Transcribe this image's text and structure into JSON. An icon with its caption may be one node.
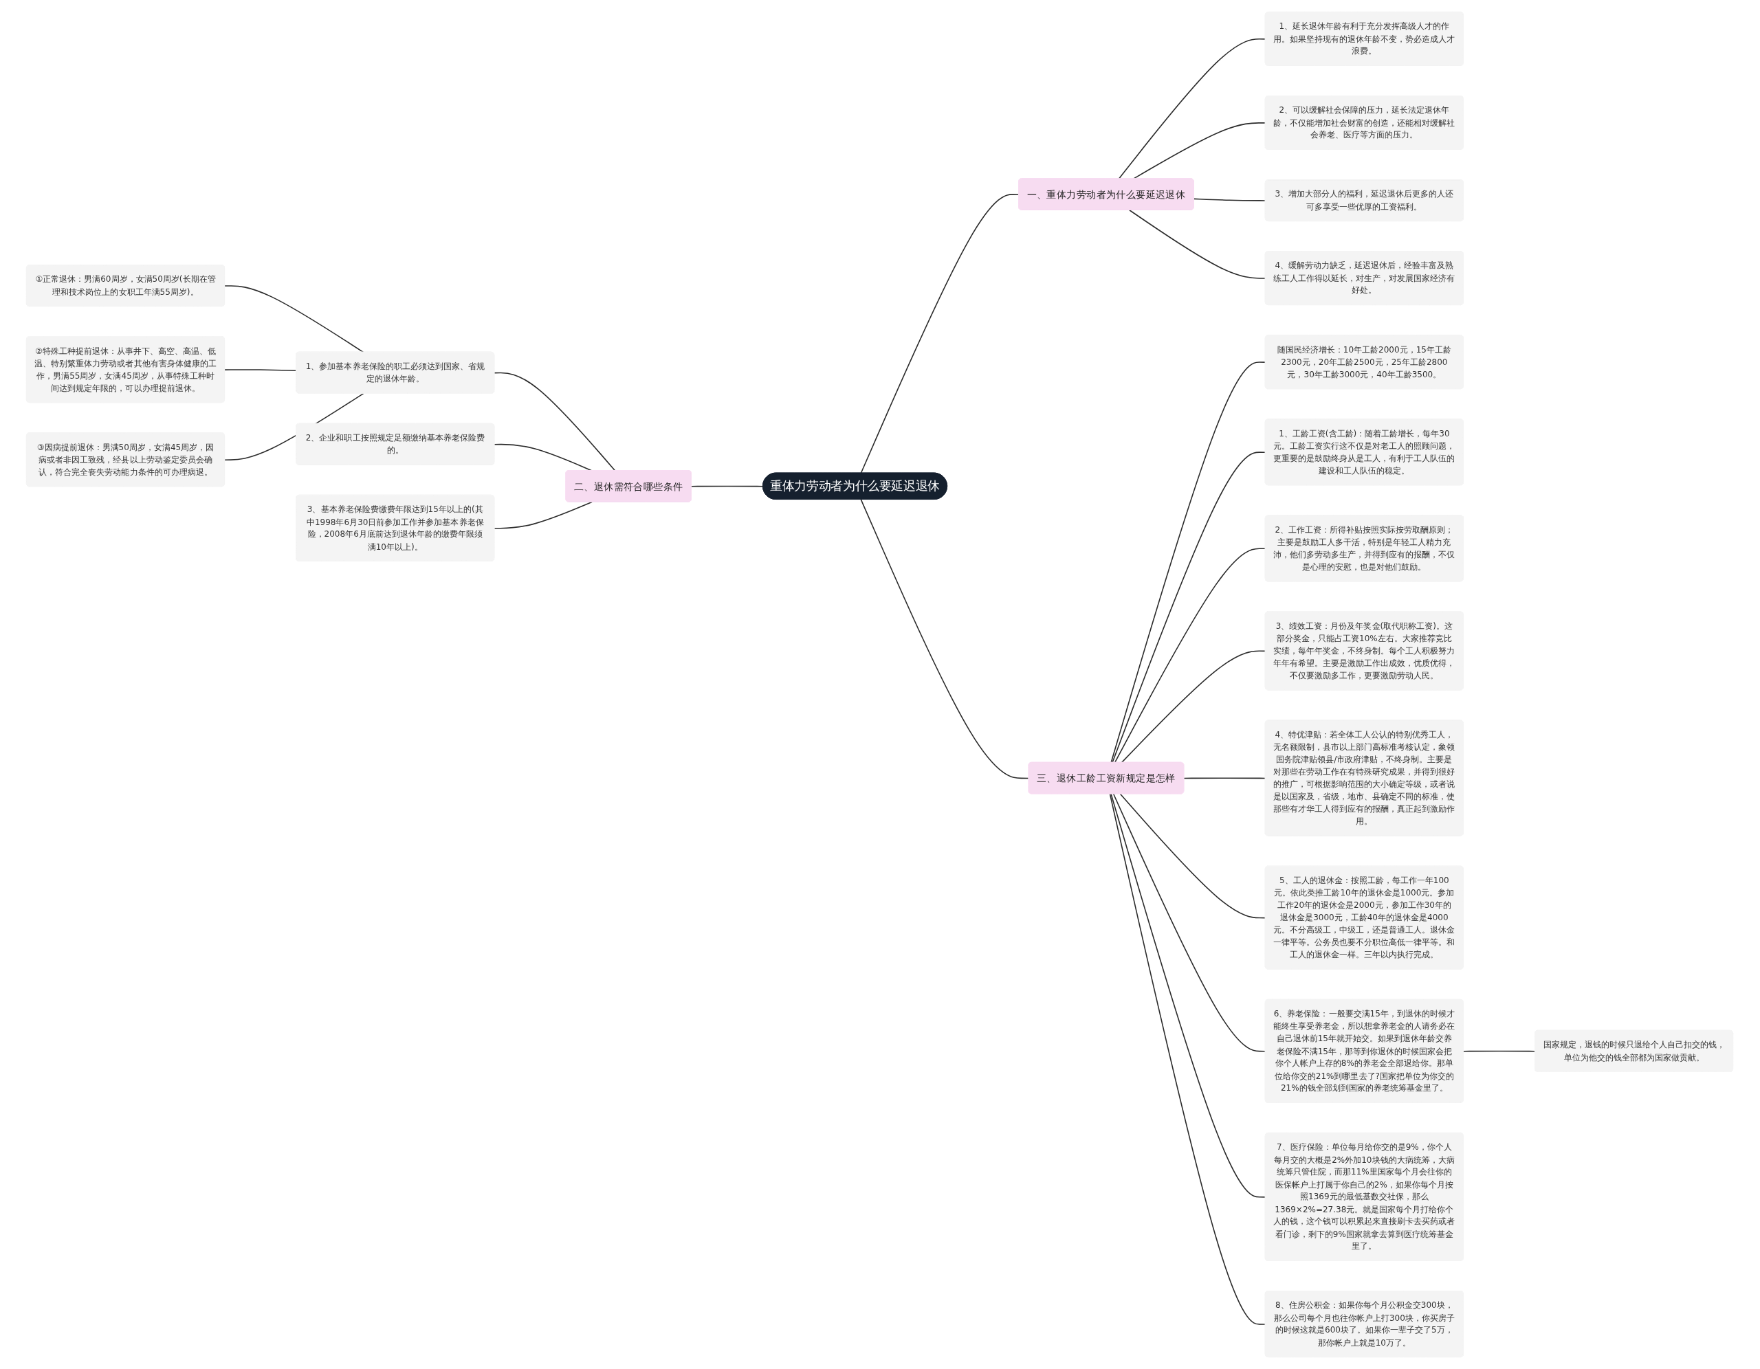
{
  "diagram": {
    "nodes": [
      {
        "text": [
          "重体力劳动者为什么要延迟退休"
        ]
      },
      {
        "text": [
          "一、重体力劳动者为什么要延迟退休"
        ]
      },
      {
        "text": [
          "1、延长退休年龄有利于充分发挥高级人才的作用。如果坚持现有的退休年龄不变，势必造成人才浪费。"
        ]
      },
      {
        "text": [
          "2、可以缓解社会保障的压力，延长法定退休年龄，不仅能增加社会财富的创造，还能相对缓解社会养老、医疗等方面的压力。"
        ]
      },
      {
        "text": [
          "3、增加大部分人的福利，延迟退休后更多的人还可多享受一些优厚的工资福利。"
        ]
      },
      {
        "text": [
          "4、缓解劳动力缺乏，延迟退休后，经验丰富及熟练工人工作得以延长，对生产，对发展国家经济有好处。"
        ]
      },
      {
        "text": [
          "二、退休需符合哪些条件"
        ]
      },
      {
        "text": [
          "1、参加基本养老保险的职工必须达到国家、省规定的退休年龄。"
        ]
      },
      {
        "text": [
          "①正常退休：男满60周岁，女满50周岁(长期在管理和技术岗位上的女职工年满55周岁)。"
        ]
      },
      {
        "text": [
          "②特殊工种提前退休：从事井下、高空、高温、低温、特别繁重体力劳动或者其他有害身体健康的工作，男满55周岁，女满45周岁，从事特殊工种时间达到规定年限的，可以办理提前退休。"
        ]
      },
      {
        "text": [
          "③因病提前退休：男满50周岁，女满45周岁，因病或者非因工致残，经县以上劳动鉴定委员会确认，符合完全丧失劳动能力条件的可办理病退。"
        ]
      },
      {
        "text": [
          "2、企业和职工按照规定足额缴纳基本养老保险费的。"
        ]
      },
      {
        "text": [
          "3、基本养老保险费缴费年限达到15年以上的(其中1998年6月30日前参加工作并参加基本养老保险，2008年6月底前达到退休年龄的缴费年限须满10年以上)。"
        ]
      },
      {
        "text": [
          "三、退休工龄工资新规定是怎样"
        ]
      },
      {
        "text": [
          "随国民经济增长：10年工龄2000元，15年工龄2300元，20年工龄2500元，25年工龄2800元，30年工龄3000元，40年工龄3500。"
        ]
      },
      {
        "text": [
          "1、工龄工资(含工龄)：随着工龄增长，每年30元。工龄工资实行这不仅是对老工人的照顾问题，更重要的是鼓励终身从是工人，有利于工人队伍的建设和工人队伍的稳定。"
        ]
      },
      {
        "text": [
          "2、工作工资：所得补贴按照实际按劳取酬原则；主要是鼓励工人多干活，特别是年轻工人精力充沛，他们多劳动多生产，并得到应有的报酬，不仅是心理的安慰，也是对他们鼓励。"
        ]
      },
      {
        "text": [
          "3、绩效工资：月份及年奖金(取代职称工资)。这部分奖金，只能占工资10%左右。大家推荐竞比实绩，每年年奖金，不终身制。每个工人积极努力年年有希望。主要是激励工作出成效，优质优得，不仅要激励多工作，更要激励劳动人民。"
        ]
      },
      {
        "text": [
          "4、特优津贴：若全体工人公认的特别优秀工人，无名额限制，县市以上部门高标准考核认定，象领国务院津贴领县/市政府津贴，不终身制。主要是对那些在劳动工作在有特殊研究成果，并得到很好的推广，可根据影响范围的大小确定等级，或者说是以国家及，省级，地市、县确定不同的标准，使那些有才华工人得到应有的报酬，真正起到激励作用。"
        ]
      },
      {
        "text": [
          "5、工人的退休金：按照工龄，每工作一年100元。依此类推工龄10年的退休金是1000元。参加工作20年的退休金是2000元，参加工作30年的退休金是3000元，工龄40年的退休金是4000元。不分高级工，中级工，还是普通工人。退休金一律平等。公务员也要不分职位高低一律平等。和工人的退休金一样。三年以内执行完成。"
        ]
      },
      {
        "text": [
          "6、养老保险：一般要交满15年，到退休的时候才能终生享受养老金，所以想拿养老金的人请务必在自己退休前15年就开始交。如果到退休年龄交养老保险不满15年，那等到你退休的时候国家会把你个人帐户上存的8%的养老金全部退给你。那单位给你交的21%到哪里去了?国家把单位为你交的21%的钱全部划到国家的养老统筹基金里了。"
        ]
      },
      {
        "text": [
          "7、医疗保险：单位每月给你交的是9%，你个人每月交的大概是2%外加10块钱的大病统筹，大病统筹只管住院，而那11%里国家每个月会往你的医保帐户上打属于你自己的2%，如果你每个月按照1369元的最低基数交社保，那么1369×2%=27.38元。就是国家每个月打给你个人的钱，这个钱可以积累起来直接刷卡去买药或者看门诊，剩下的9%国家就拿去算到医疗统筹基金里了。"
        ]
      },
      {
        "text": [
          "8、住房公积金：如果你每个月公积金交300块，那么公司每个月也往你帐户上打300块，你买房子的时候这就是600块了。如果你一辈子交了5万，那你帐户上就是10万了。"
        ]
      },
      {
        "text": [
          "国家规定，退钱的时候只退给个人自己扣交的钱，单位为他交的钱全部都为国家做贡献。"
        ]
      }
    ],
    "edges": [
      {
        "from": 0,
        "to": 1,
        "arrow": "none"
      },
      {
        "from": 1,
        "to": 2,
        "arrow": "none"
      },
      {
        "from": 1,
        "to": 3,
        "arrow": "none"
      },
      {
        "from": 1,
        "to": 4,
        "arrow": "none"
      },
      {
        "from": 1,
        "to": 5,
        "arrow": "none"
      },
      {
        "from": 0,
        "to": 6,
        "arrow": "none"
      },
      {
        "from": 6,
        "to": 7,
        "arrow": "none"
      },
      {
        "from": 7,
        "to": 8,
        "arrow": "none"
      },
      {
        "from": 7,
        "to": 9,
        "arrow": "none"
      },
      {
        "from": 7,
        "to": 10,
        "arrow": "none"
      },
      {
        "from": 6,
        "to": 11,
        "arrow": "none"
      },
      {
        "from": 6,
        "to": 12,
        "arrow": "none"
      },
      {
        "from": 0,
        "to": 13,
        "arrow": "none"
      },
      {
        "from": 13,
        "to": 14,
        "arrow": "none"
      },
      {
        "from": 13,
        "to": 15,
        "arrow": "none"
      },
      {
        "from": 13,
        "to": 16,
        "arrow": "none"
      },
      {
        "from": 13,
        "to": 17,
        "arrow": "none"
      },
      {
        "from": 13,
        "to": 18,
        "arrow": "none"
      },
      {
        "from": 13,
        "to": 19,
        "arrow": "none"
      },
      {
        "from": 13,
        "to": 20,
        "arrow": "none"
      },
      {
        "from": 13,
        "to": 21,
        "arrow": "none"
      },
      {
        "from": 13,
        "to": 22,
        "arrow": "none"
      },
      {
        "from": 20,
        "to": 23,
        "arrow": "none"
      }
    ]
  }
}
